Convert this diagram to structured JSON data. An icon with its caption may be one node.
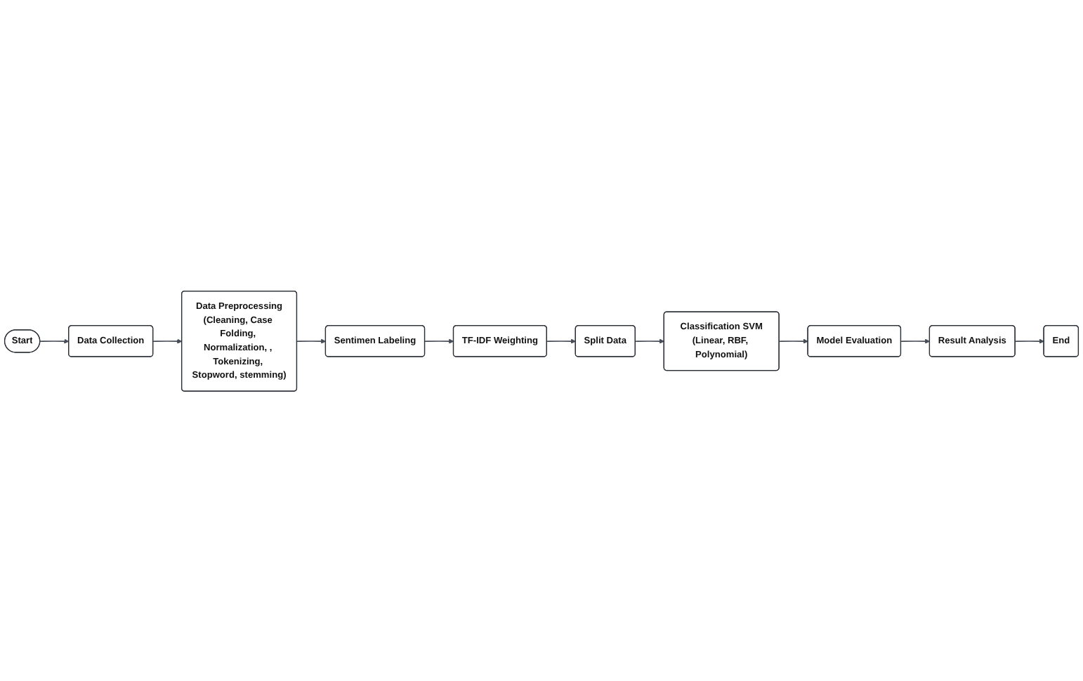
{
  "diagram": {
    "nodes": [
      {
        "text": [
          "Start"
        ]
      },
      {
        "text": [
          "Data Collection"
        ]
      },
      {
        "text": [
          "Data Preprocessing",
          "(Cleaning, Case Folding, Normalization, , Tokenizing, Stopword, stemming)"
        ]
      },
      {
        "text": [
          "Sentimen Labeling"
        ]
      },
      {
        "text": [
          "TF-IDF Weighting"
        ]
      },
      {
        "text": [
          "Split Data"
        ]
      },
      {
        "text": [
          "Classification SVM",
          "(Linear, RBF, Polynomial)"
        ]
      },
      {
        "text": [
          "Model Evaluation"
        ]
      },
      {
        "text": [
          "Result Analysis"
        ]
      },
      {
        "text": [
          "End"
        ]
      }
    ],
    "edges": [
      {
        "from": 0,
        "to": 1,
        "arrow": "to"
      },
      {
        "from": 1,
        "to": 2,
        "arrow": "to"
      },
      {
        "from": 2,
        "to": 3,
        "arrow": "to"
      },
      {
        "from": 3,
        "to": 4,
        "arrow": "to"
      },
      {
        "from": 4,
        "to": 5,
        "arrow": "to"
      },
      {
        "from": 5,
        "to": 6,
        "arrow": "to"
      },
      {
        "from": 6,
        "to": 7,
        "arrow": "to"
      },
      {
        "from": 7,
        "to": 8,
        "arrow": "to"
      },
      {
        "from": 8,
        "to": 9,
        "arrow": "to"
      }
    ]
  }
}
